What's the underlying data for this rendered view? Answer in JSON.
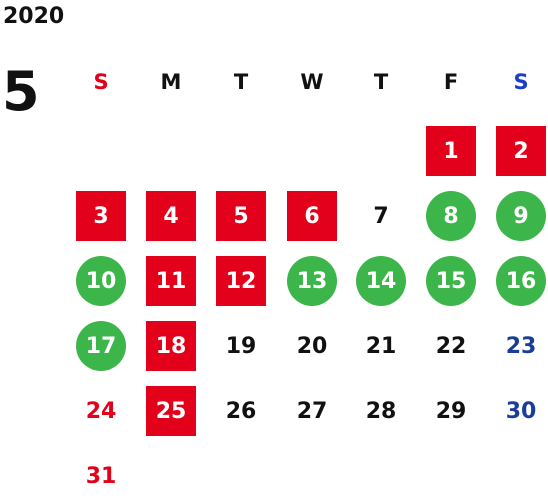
{
  "calendar": {
    "year": "2020",
    "month": "5",
    "weekdays": [
      {
        "label": "S",
        "color": "#e3001b"
      },
      {
        "label": "M",
        "color": "#111111"
      },
      {
        "label": "T",
        "color": "#111111"
      },
      {
        "label": "W",
        "color": "#111111"
      },
      {
        "label": "T",
        "color": "#111111"
      },
      {
        "label": "F",
        "color": "#111111"
      },
      {
        "label": "S",
        "color": "#1a3ec9"
      }
    ],
    "weeks": [
      [
        null,
        null,
        null,
        null,
        null,
        {
          "day": "1",
          "style": "holiday"
        },
        {
          "day": "2",
          "style": "holiday"
        }
      ],
      [
        {
          "day": "3",
          "style": "holiday"
        },
        {
          "day": "4",
          "style": "holiday"
        },
        {
          "day": "5",
          "style": "holiday"
        },
        {
          "day": "6",
          "style": "holiday"
        },
        {
          "day": "7",
          "style": "plain"
        },
        {
          "day": "8",
          "style": "event"
        },
        {
          "day": "9",
          "style": "event"
        }
      ],
      [
        {
          "day": "10",
          "style": "event"
        },
        {
          "day": "11",
          "style": "holiday"
        },
        {
          "day": "12",
          "style": "holiday"
        },
        {
          "day": "13",
          "style": "event"
        },
        {
          "day": "14",
          "style": "event"
        },
        {
          "day": "15",
          "style": "event"
        },
        {
          "day": "16",
          "style": "event"
        }
      ],
      [
        {
          "day": "17",
          "style": "event"
        },
        {
          "day": "18",
          "style": "holiday"
        },
        {
          "day": "19",
          "style": "plain"
        },
        {
          "day": "20",
          "style": "plain"
        },
        {
          "day": "21",
          "style": "plain"
        },
        {
          "day": "22",
          "style": "plain"
        },
        {
          "day": "23",
          "style": "sat-plain"
        }
      ],
      [
        {
          "day": "24",
          "style": "sun-plain"
        },
        {
          "day": "25",
          "style": "holiday"
        },
        {
          "day": "26",
          "style": "plain"
        },
        {
          "day": "27",
          "style": "plain"
        },
        {
          "day": "28",
          "style": "plain"
        },
        {
          "day": "29",
          "style": "plain"
        },
        {
          "day": "30",
          "style": "sat-plain"
        }
      ],
      [
        {
          "day": "31",
          "style": "sun-plain"
        },
        null,
        null,
        null,
        null,
        null,
        null
      ]
    ],
    "colors": {
      "holiday": "#e3001b",
      "event": "#3cb54a",
      "sunday_text": "#e3001b",
      "saturday_text": "#1a3e97",
      "weekday_text": "#111111"
    }
  }
}
